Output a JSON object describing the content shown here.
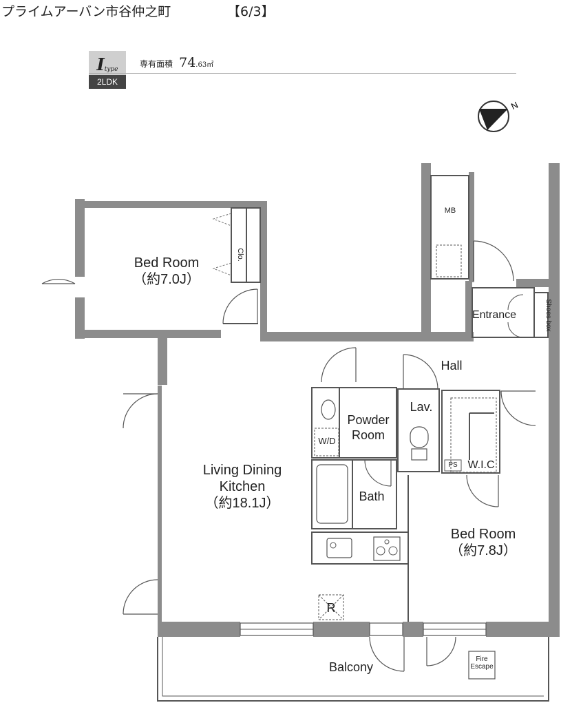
{
  "header": {
    "title": "プライムアーバン市谷仲之町",
    "page": "【6/3】"
  },
  "type_badge": {
    "letter": "I",
    "suffix": "type",
    "layout": "2LDK"
  },
  "area": {
    "label": "専有面積",
    "value": "74",
    "decimal": ".63",
    "unit": "㎡"
  },
  "compass": {
    "label": "N"
  },
  "rooms": {
    "bed1": {
      "name": "Bed Room",
      "size": "（約7.0J）"
    },
    "closet": "Clo.",
    "mb": "MB",
    "entrance": "Entrance",
    "shoes": "Shoes box",
    "hall": "Hall",
    "lav": "Lav.",
    "powder": {
      "line1": "Powder",
      "line2": "Room"
    },
    "wd": "W/D",
    "wic": "W.I.C",
    "ps": "PS",
    "bath": "Bath",
    "ldk": {
      "line1": "Living Dining",
      "line2": "Kitchen",
      "size": "（約18.1J）"
    },
    "bed2": {
      "name": "Bed Room",
      "size": "（約7.8J）"
    },
    "r": "R",
    "balcony": "Balcony",
    "fire": {
      "line1": "Fire",
      "line2": "Escape"
    }
  }
}
